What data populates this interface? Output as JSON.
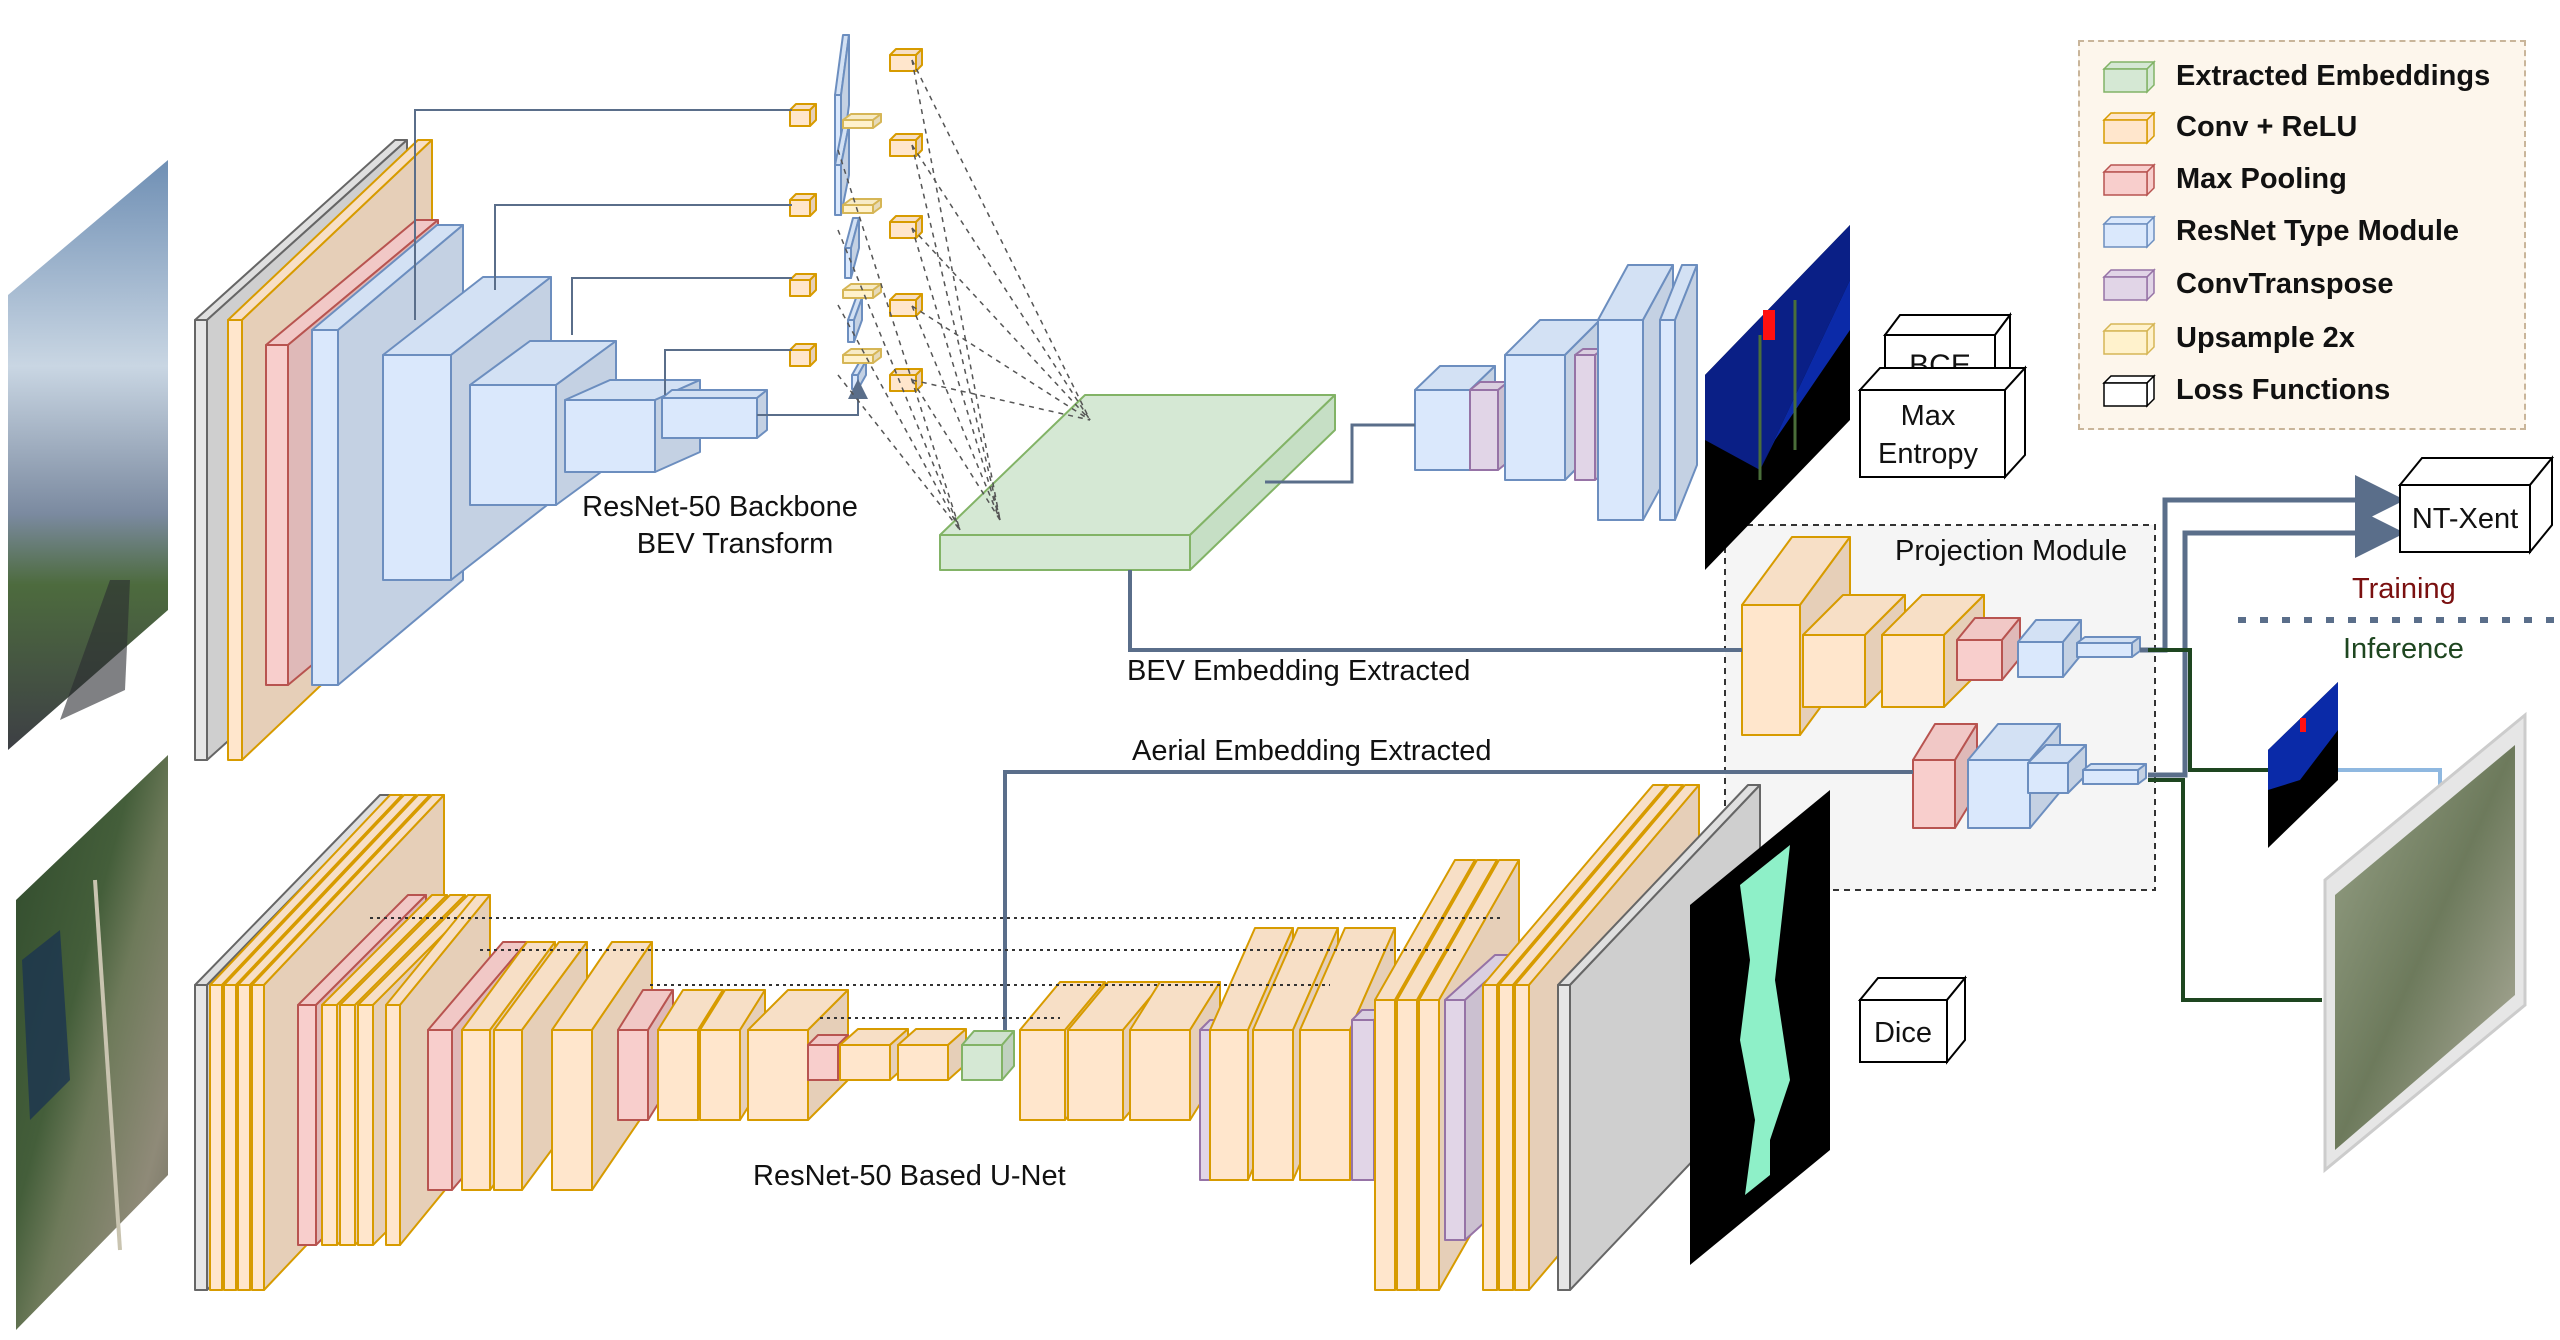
{
  "labels": {
    "backbone_line1": "ResNet-50 Backbone",
    "backbone_line2": "BEV Transform",
    "bev_embedding": "BEV Embedding Extracted",
    "aerial_embedding": "Aerial Embedding Extracted",
    "unet": "ResNet-50 Based U-Net",
    "projection_module": "Projection Module",
    "training": "Training",
    "inference": "Inference"
  },
  "losses": {
    "bce": "BCE",
    "max_entropy_line1": "Max",
    "max_entropy_line2": "Entropy",
    "nt_xent": "NT-Xent",
    "dice": "Dice"
  },
  "legend": [
    {
      "label": "Extracted Embeddings",
      "fill": "#d5e8d4",
      "stroke": "#82b366"
    },
    {
      "label": "Conv + ReLU",
      "fill": "#ffe6cc",
      "stroke": "#d79b00"
    },
    {
      "label": "Max Pooling",
      "fill": "#f8cecc",
      "stroke": "#b85450"
    },
    {
      "label": "ResNet Type Module",
      "fill": "#dae8fc",
      "stroke": "#6c8ebf"
    },
    {
      "label": "ConvTranspose",
      "fill": "#e1d5e7",
      "stroke": "#9673a6"
    },
    {
      "label": "Upsample 2x",
      "fill": "#fff2cc",
      "stroke": "#d6b656"
    },
    {
      "label": "Loss Functions",
      "fill": "#ffffff",
      "stroke": "#000000"
    }
  ],
  "colors": {
    "conv": "#ffe6cc",
    "conv_stroke": "#d79b00",
    "pool": "#f8cecc",
    "pool_stroke": "#b85450",
    "resnet": "#dae8fc",
    "resnet_stroke": "#6c8ebf",
    "convT": "#e1d5e7",
    "convT_stroke": "#9673a6",
    "upsample": "#fff2cc",
    "upsample_stroke": "#d6b656",
    "embed": "#d5e8d4",
    "embed_stroke": "#82b366",
    "arrow": "#5a6e8a",
    "green_line": "#1e4620",
    "training_text": "#7a1010",
    "inference_text": "#1e4620"
  }
}
